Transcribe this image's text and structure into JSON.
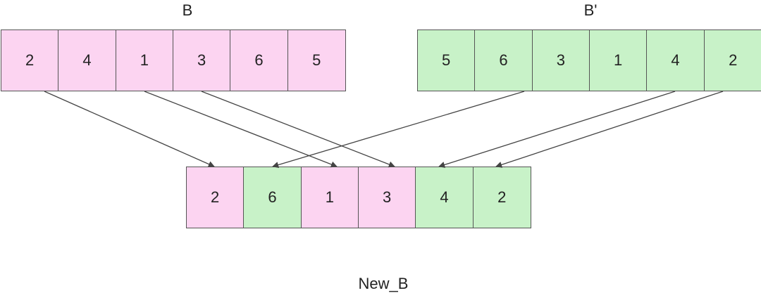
{
  "parent_b": {
    "label": "B",
    "values": [
      "2",
      "4",
      "1",
      "3",
      "6",
      "5"
    ]
  },
  "parent_b_prime": {
    "label": "B'",
    "values": [
      "5",
      "6",
      "3",
      "1",
      "4",
      "2"
    ]
  },
  "child": {
    "label": "New_B",
    "values": [
      "2",
      "6",
      "1",
      "3",
      "4",
      "2"
    ],
    "sources": [
      "B",
      "B'",
      "B",
      "B",
      "B'",
      "B'"
    ]
  },
  "colors": {
    "parent_b_cell": "#fcd4f1",
    "parent_b_prime_cell": "#c8f2c8",
    "arrow": "#444444",
    "border": "#555555"
  }
}
